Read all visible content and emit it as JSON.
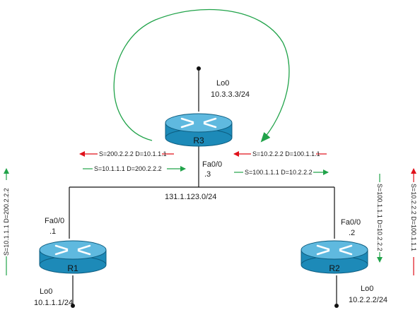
{
  "colors": {
    "router_body": "#1d8ab8",
    "router_top": "#5fb9df",
    "router_edge": "#0d5d80",
    "flow_red": "#e0101a",
    "flow_green": "#21a34a",
    "loop_green": "#21a34a",
    "link": "#111111"
  },
  "icons": {
    "router": "router-icon",
    "host_dot": "endpoint-dot-icon"
  },
  "routers": {
    "r1": {
      "name": "R1",
      "lo_label": "Lo0",
      "lo_ip": "10.1.1.1/24",
      "int_label": "Fa0/0",
      "int_ip": ".1"
    },
    "r2": {
      "name": "R2",
      "lo_label": "Lo0",
      "lo_ip": "10.2.2.2/24",
      "int_label": "Fa0/0",
      "int_ip": ".2"
    },
    "r3": {
      "name": "R3",
      "lo_label": "Lo0",
      "lo_ip": "10.3.3.3/24",
      "int_label": "Fa0/0",
      "int_ip": ".3"
    }
  },
  "network": {
    "subnet": "131.1.123.0/24"
  },
  "flows": {
    "left_red": "S=200.2.2.2 D=10.1.1.1",
    "left_green": "S=10.1.1.1 D=200.2.2.2",
    "right_red": "S=10.2.2.2 D=100.1.1.1",
    "right_green": "S=100.1.1.1 D=10.2.2.2",
    "r1_vertical_green": "S=10.1.1.1 D=200.2.2.2",
    "r2_vertical_green": "S=100.1.1.1 D=10.2.2.2",
    "r2_vertical_red": "S=10.2.2.2 D=100.1.1.1"
  }
}
